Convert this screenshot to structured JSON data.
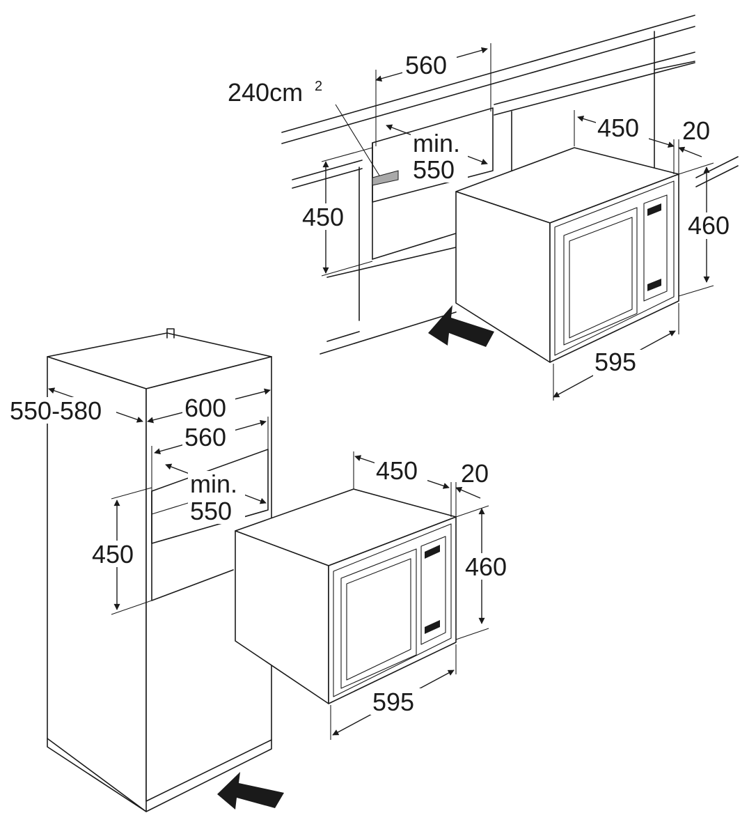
{
  "colors": {
    "ink": "#1a1a1a",
    "paper": "#ffffff",
    "vent": "#a9a9a9"
  },
  "wall_install": {
    "niche_width": "560",
    "vent_area": "240cm",
    "vent_area_sup": "2",
    "min_depth_line1": "min.",
    "min_depth_line2": "550",
    "niche_height": "450",
    "appliance_depth": "450",
    "frame_depth": "20",
    "appliance_height": "460",
    "appliance_width": "595"
  },
  "tall_cabinet": {
    "cabinet_depth": "550-580",
    "cabinet_width": "600",
    "niche_width": "560",
    "min_depth_line1": "min.",
    "min_depth_line2": "550",
    "niche_height": "450",
    "appliance_depth": "450",
    "frame_depth": "20",
    "appliance_height": "460",
    "appliance_width": "595"
  }
}
